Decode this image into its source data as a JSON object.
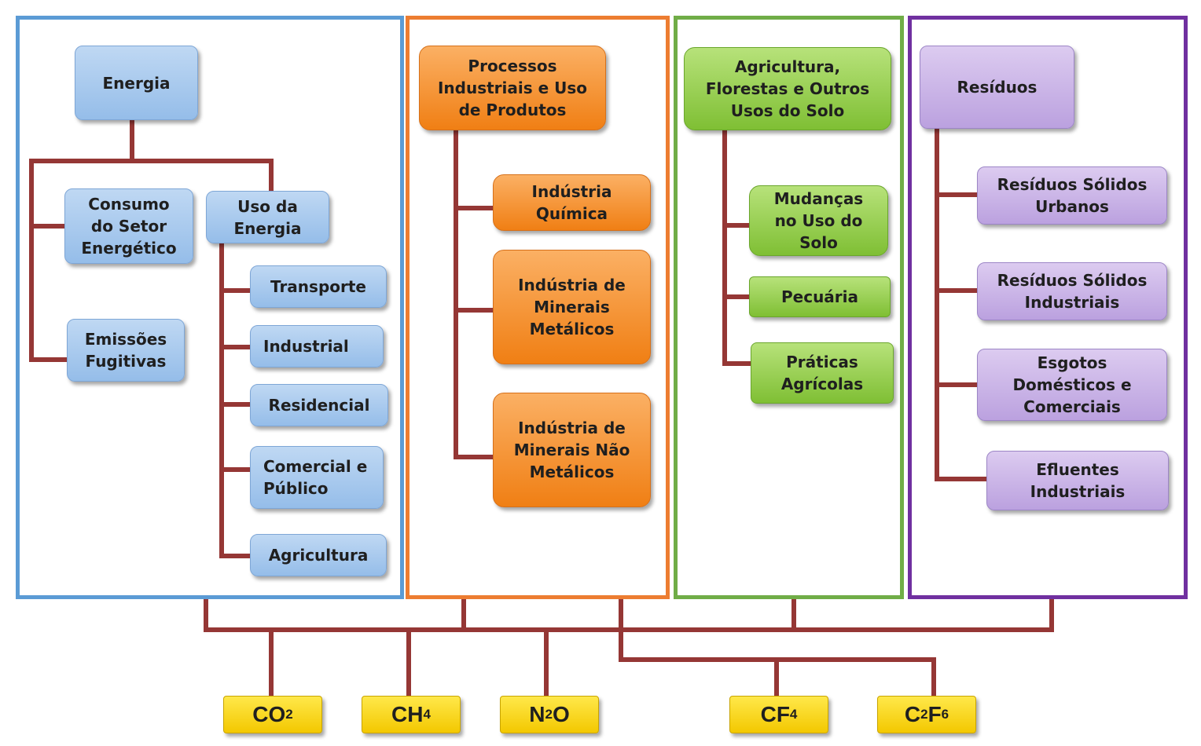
{
  "colors": {
    "energia": "#5b9bd5",
    "processos": "#ed7d31",
    "afolu": "#70ad47",
    "residuos": "#7030a0",
    "connector": "#953735",
    "gas": "#ffd700"
  },
  "sectors": {
    "energia": {
      "root": "Energia",
      "consumo": "Consumo\ndo Setor\nEnergético",
      "fugitivas": "Emissões\nFugitivas",
      "uso": "Uso da\nEnergia",
      "transporte": "Transporte",
      "industrial": "Industrial",
      "residencial": "Residencial",
      "comercial": "Comercial e\nPúblico",
      "agricultura": "Agricultura"
    },
    "processos": {
      "root": "Processos\nIndustriais e Uso\nde Produtos",
      "quimica": "Indústria\nQuímica",
      "metalicos": "Indústria de\nMinerais\nMetálicos",
      "nao_metalicos": "Indústria de\nMinerais Não\nMetálicos"
    },
    "afolu": {
      "root": "Agricultura,\nFlorestas e Outros\nUsos do Solo",
      "mudancas": "Mudanças\nno Uso do\nSolo",
      "pecuaria": "Pecuária",
      "praticas": "Práticas\nAgrícolas"
    },
    "residuos": {
      "root": "Resíduos",
      "solidos_urbanos": "Resíduos Sólidos\nUrbanos",
      "solidos_industriais": "Resíduos Sólidos\nIndustriais",
      "esgotos": "Esgotos\nDomésticos e\nComerciais",
      "efluentes": "Efluentes\nIndustriais"
    }
  },
  "gases": [
    {
      "base": "CO",
      "sub": "2"
    },
    {
      "base": "CH",
      "sub": "4"
    },
    {
      "base": "N",
      "sub": "2",
      "tail": "O"
    },
    {
      "base": "CF",
      "sub": "4"
    },
    {
      "base": "C",
      "sub": "2",
      "mid": "F",
      "sub2": "6"
    }
  ]
}
